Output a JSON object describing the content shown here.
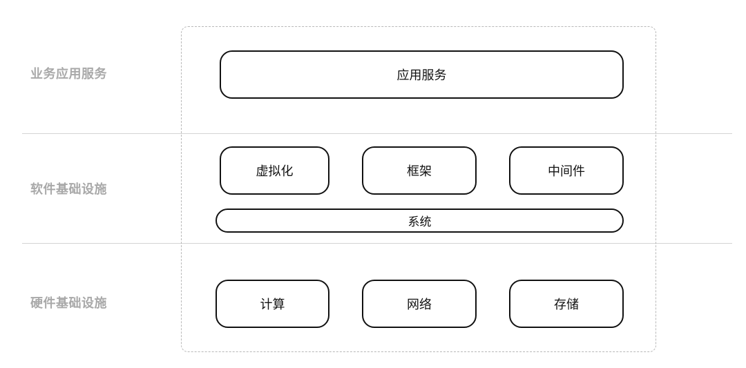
{
  "layers": {
    "business": "业务应用服务",
    "software": "软件基础设施",
    "hardware": "硬件基础设施"
  },
  "boxes": {
    "app_service": "应用服务",
    "virtualization": "虚拟化",
    "framework": "框架",
    "middleware": "中间件",
    "system": "系统",
    "compute": "计算",
    "network": "网络",
    "storage": "存储"
  }
}
